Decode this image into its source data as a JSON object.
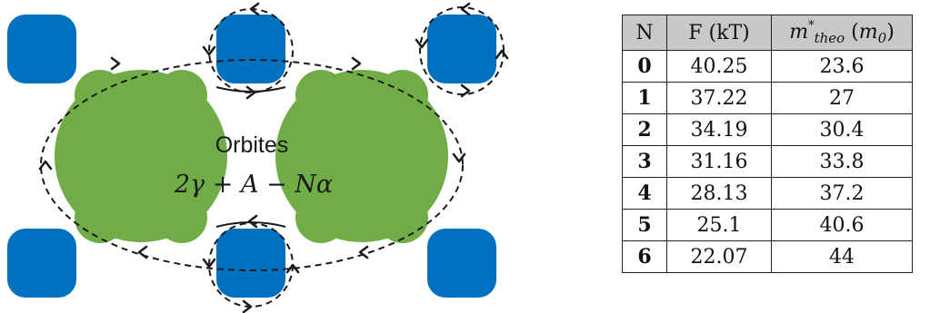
{
  "figure": {
    "label": "Orbites",
    "formula": "2γ + A − Nα",
    "colors": {
      "green": "#70AD47",
      "blue": "#0070C0",
      "path": "#1a1a1a"
    }
  },
  "table": {
    "headers": [
      "N",
      "F (kT)",
      "m*theo (m0)"
    ],
    "rows": [
      {
        "n": "0",
        "f": "40.25",
        "m": "23.6"
      },
      {
        "n": "1",
        "f": "37.22",
        "m": "27"
      },
      {
        "n": "2",
        "f": "34.19",
        "m": "30.4"
      },
      {
        "n": "3",
        "f": "31.16",
        "m": "33.8"
      },
      {
        "n": "4",
        "f": "28.13",
        "m": "37.2"
      },
      {
        "n": "5",
        "f": "25.1",
        "m": "40.6"
      },
      {
        "n": "6",
        "f": "22.07",
        "m": "44"
      }
    ]
  }
}
